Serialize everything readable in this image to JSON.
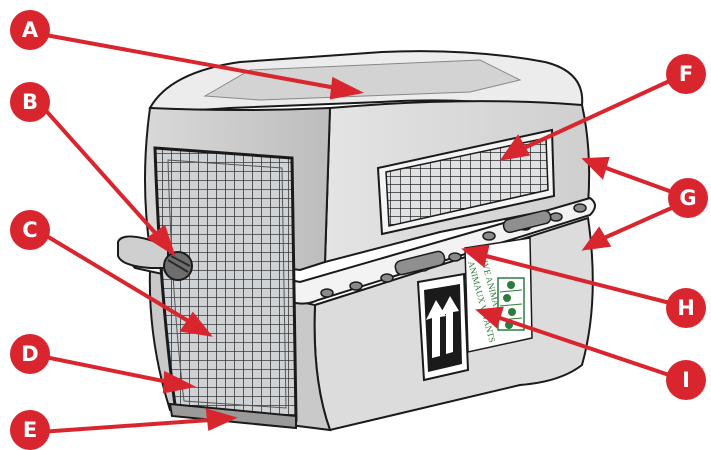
{
  "labels": {
    "a": "A",
    "b": "B",
    "c": "C",
    "d": "D",
    "e": "E",
    "f": "F",
    "g": "G",
    "h": "H",
    "i": "I"
  },
  "sticker": {
    "line1": "LIVE ANIMALS",
    "line2": "ANIMAUX VIVANTS"
  },
  "colors": {
    "label_red": "#d9262e",
    "arrow_red": "#d9262e",
    "crate_light": "#efefef",
    "crate_mid": "#d4d4d4",
    "crate_dark": "#a9a9a9",
    "outline": "#1a1a1a",
    "sticker_green": "#2f7a3e"
  }
}
